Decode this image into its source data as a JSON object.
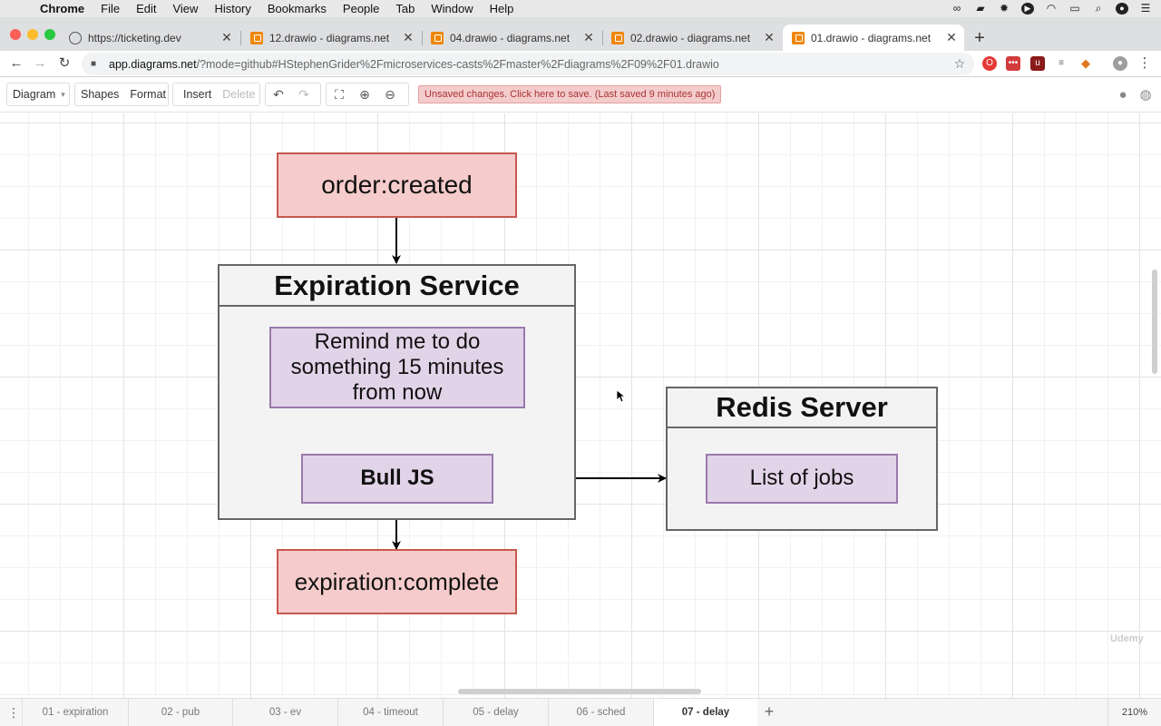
{
  "menubar": {
    "app": "Chrome",
    "items": [
      "File",
      "Edit",
      "View",
      "History",
      "Bookmarks",
      "People",
      "Tab",
      "Window",
      "Help"
    ]
  },
  "tabs": [
    {
      "label": "https://ticketing.dev",
      "favicon": "globe-icon"
    },
    {
      "label": "12.drawio - diagrams.net",
      "favicon": "drawio-icon"
    },
    {
      "label": "04.drawio - diagrams.net",
      "favicon": "drawio-icon"
    },
    {
      "label": "02.drawio - diagrams.net",
      "favicon": "drawio-icon"
    },
    {
      "label": "01.drawio - diagrams.net",
      "favicon": "drawio-icon",
      "active": true
    }
  ],
  "address": {
    "host": "app.diagrams.net",
    "path": "/?mode=github#HStephenGrider%2Fmicroservices-casts%2Fmaster%2Fdiagrams%2F09%2F01.drawio"
  },
  "drawio_toolbar": {
    "diagram_menu": "Diagram",
    "shapes": "Shapes",
    "format": "Format",
    "insert": "Insert",
    "delete": "Delete",
    "unsaved": "Unsaved changes. Click here to save. (Last saved 9 minutes ago)"
  },
  "diagram": {
    "order_created": "order:created",
    "expiration_service": "Expiration Service",
    "remind": "Remind me to do something 15 minutes from now",
    "bull_js": "Bull JS",
    "redis_server": "Redis Server",
    "list_of_jobs": "List of jobs",
    "expiration_complete": "expiration:complete"
  },
  "pages": [
    "01 - expiration",
    "02 - pub",
    "03 - ev",
    "04 - timeout",
    "05 - delay",
    "06 - sched",
    "07 - delay"
  ],
  "active_page": "07 - delay",
  "zoom": "210%",
  "colors": {
    "event_fill": "#f5cccb",
    "event_stroke": "#c7584f",
    "task_fill": "#e2d4e8",
    "task_stroke": "#9a79ac",
    "container_fill": "#f3f3f3"
  }
}
